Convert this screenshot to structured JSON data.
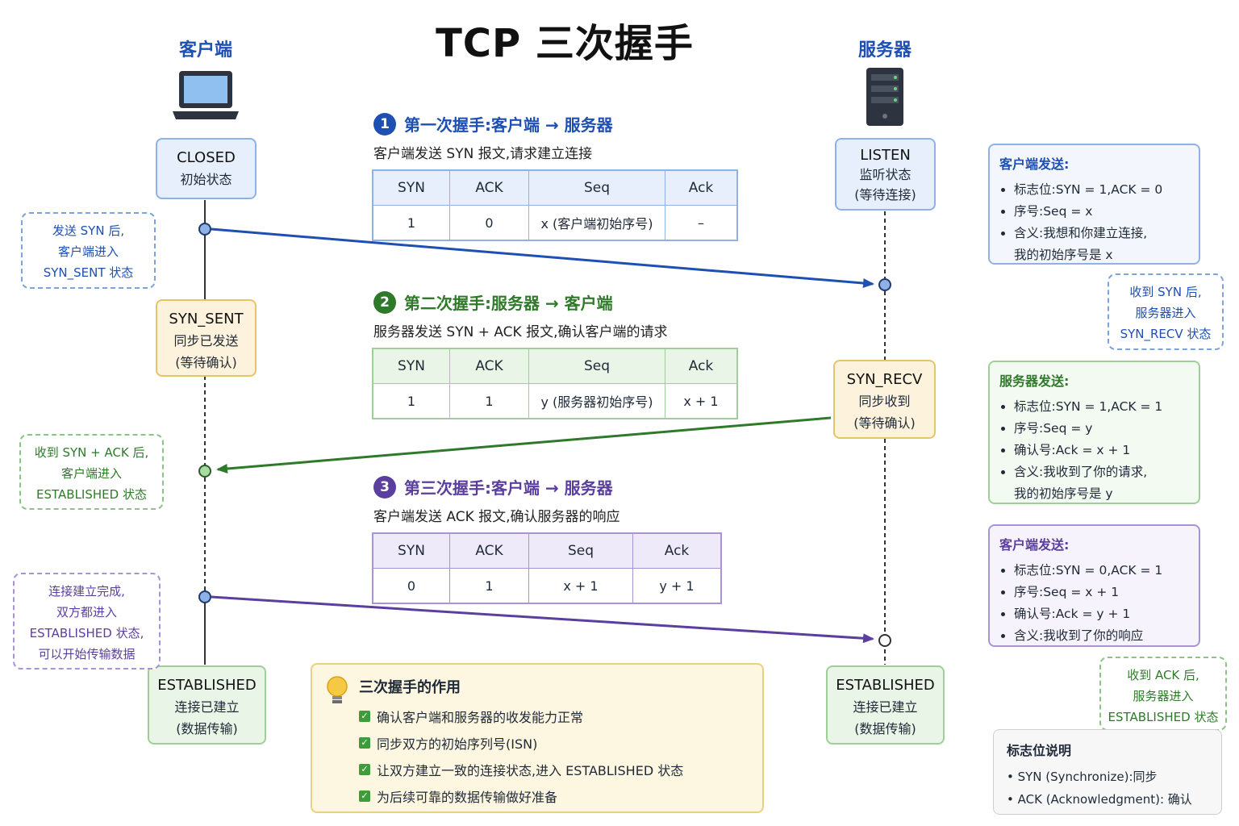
{
  "title": "TCP 三次握手",
  "client": {
    "label": "客户端",
    "states": [
      {
        "name": "CLOSED",
        "line1": "初始状态",
        "line2": ""
      },
      {
        "name": "SYN_SENT",
        "line1": "同步已发送",
        "line2": "(等待确认)"
      },
      {
        "name": "ESTABLISHED",
        "line1": "连接已建立",
        "line2": "(数据传输)"
      }
    ],
    "notes": [
      [
        "发送 SYN 后,",
        "客户端进入",
        "SYN_SENT 状态"
      ],
      [
        "收到 SYN + ACK 后,",
        "客户端进入",
        "ESTABLISHED 状态"
      ],
      [
        "连接建立完成,",
        "双方都进入",
        "ESTABLISHED 状态,",
        "可以开始传输数据"
      ]
    ]
  },
  "server": {
    "label": "服务器",
    "states": [
      {
        "name": "LISTEN",
        "line1": "监听状态",
        "line2": "(等待连接)"
      },
      {
        "name": "SYN_RECV",
        "line1": "同步收到",
        "line2": "(等待确认)"
      },
      {
        "name": "ESTABLISHED",
        "line1": "连接已建立",
        "line2": "(数据传输)"
      }
    ],
    "notes": [
      [
        "收到 SYN 后,",
        "服务器进入",
        "SYN_RECV 状态"
      ],
      [
        "收到 ACK 后,",
        "服务器进入",
        "ESTABLISHED 状态"
      ]
    ]
  },
  "steps": [
    {
      "num": "1",
      "title": "第一次握手:客户端 → 服务器",
      "desc": "客户端发送 SYN 报文,请求建立连接",
      "headers": [
        "SYN",
        "ACK",
        "Seq",
        "Ack"
      ],
      "values": [
        "1",
        "0",
        "x (客户端初始序号)",
        "–"
      ],
      "color": "#1e4fb3"
    },
    {
      "num": "2",
      "title": "第二次握手:服务器 → 客户端",
      "desc": "服务器发送 SYN + ACK 报文,确认客户端的请求",
      "headers": [
        "SYN",
        "ACK",
        "Seq",
        "Ack"
      ],
      "values": [
        "1",
        "1",
        "y (服务器初始序号)",
        "x + 1"
      ],
      "color": "#2f7a2a"
    },
    {
      "num": "3",
      "title": "第三次握手:客户端 → 服务器",
      "desc": "客户端发送 ACK 报文,确认服务器的响应",
      "headers": [
        "SYN",
        "ACK",
        "Seq",
        "Ack"
      ],
      "values": [
        "0",
        "1",
        "x + 1",
        "y + 1"
      ],
      "color": "#5b3f9e"
    }
  ],
  "info_boxes": [
    {
      "heading": "客户端发送:",
      "items": [
        "标志位:SYN = 1,ACK = 0",
        "序号:Seq = x",
        "含义:我想和你建立连接,\n我的初始序号是 x"
      ]
    },
    {
      "heading": "服务器发送:",
      "items": [
        "标志位:SYN = 1,ACK = 1",
        "序号:Seq = y",
        "确认号:Ack = x + 1",
        "含义:我收到了你的请求,\n我的初始序号是 y"
      ]
    },
    {
      "heading": "客户端发送:",
      "items": [
        "标志位:SYN = 0,ACK = 1",
        "序号:Seq = x + 1",
        "确认号:Ack = y + 1",
        "含义:我收到了你的响应"
      ]
    }
  ],
  "summary": {
    "heading": "三次握手的作用",
    "items": [
      "确认客户端和服务器的收发能力正常",
      "同步双方的初始序列号(ISN)",
      "让双方建立一致的连接状态,进入 ESTABLISHED 状态",
      "为后续可靠的数据传输做好准备"
    ]
  },
  "legend": {
    "heading": "标志位说明",
    "items": [
      "SYN (Synchronize):同步",
      "ACK (Acknowledgment): 确认"
    ]
  },
  "colors": {
    "blue": "#1e4fb3",
    "green": "#2f7a2a",
    "purple": "#5b3f9e"
  }
}
